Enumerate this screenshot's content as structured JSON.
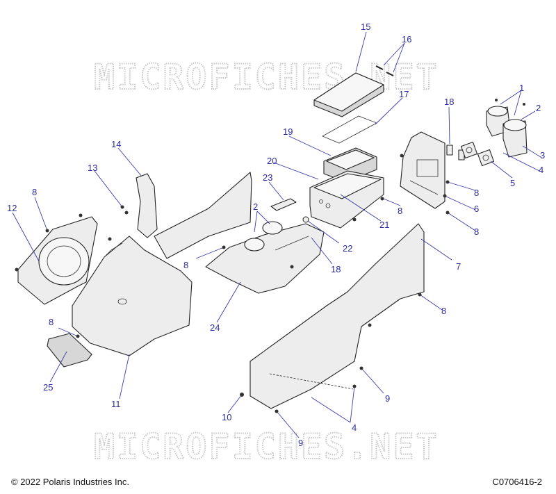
{
  "watermark": "MICROFICHES.NET",
  "footer": {
    "copyright": "© 2022 Polaris Industries Inc.",
    "drawing_code": "C0706416-2"
  },
  "callouts": {
    "c1": "1",
    "c2a": "2",
    "c2b": "2",
    "c3": "3",
    "c4a": "4",
    "c4b": "4",
    "c5": "5",
    "c6": "6",
    "c7": "7",
    "c8a": "8",
    "c8b": "8",
    "c8c": "8",
    "c8d": "8",
    "c8e": "8",
    "c8f": "8",
    "c8g": "8",
    "c9a": "9",
    "c9b": "9",
    "c10": "10",
    "c11": "11",
    "c12": "12",
    "c13": "13",
    "c14": "14",
    "c15": "15",
    "c16": "16",
    "c17": "17",
    "c18a": "18",
    "c18b": "18",
    "c19": "19",
    "c20": "20",
    "c21": "21",
    "c22": "22",
    "c23": "23",
    "c24": "24",
    "c25": "25"
  }
}
